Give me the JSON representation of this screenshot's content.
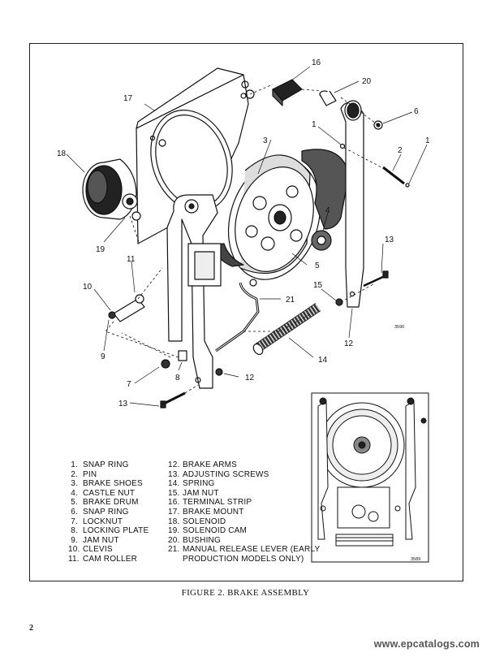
{
  "figure": {
    "caption": "FIGURE 2. BRAKE ASSEMBLY",
    "image_ref_main": "3590",
    "image_ref_inset": "3589"
  },
  "callouts": {
    "c1a": "1",
    "c1b": "1",
    "c2": "2",
    "c3": "3",
    "c4": "4",
    "c5": "5",
    "c6": "6",
    "c7": "7",
    "c8": "8",
    "c9": "9",
    "c10": "10",
    "c11": "11",
    "c12a": "12",
    "c12b": "12",
    "c13a": "13",
    "c13b": "13",
    "c14": "14",
    "c15": "15",
    "c16": "16",
    "c17": "17",
    "c18": "18",
    "c19": "19",
    "c20": "20",
    "c21": "21"
  },
  "legend_left": [
    {
      "num": "1.",
      "label": "SNAP RING"
    },
    {
      "num": "2.",
      "label": "PIN"
    },
    {
      "num": "3.",
      "label": "BRAKE SHOES"
    },
    {
      "num": "4.",
      "label": "CASTLE NUT"
    },
    {
      "num": "5.",
      "label": "BRAKE DRUM"
    },
    {
      "num": "6.",
      "label": "SNAP RING"
    },
    {
      "num": "7.",
      "label": "LOCKNUT"
    },
    {
      "num": "8.",
      "label": "LOCKING PLATE"
    },
    {
      "num": "9.",
      "label": "JAM NUT"
    },
    {
      "num": "10.",
      "label": "CLEVIS"
    },
    {
      "num": "11.",
      "label": "CAM ROLLER"
    }
  ],
  "legend_right": [
    {
      "num": "12.",
      "label": "BRAKE ARMS"
    },
    {
      "num": "13.",
      "label": "ADJUSTING SCREWS"
    },
    {
      "num": "14.",
      "label": "SPRING"
    },
    {
      "num": "15.",
      "label": "JAM NUT"
    },
    {
      "num": "16.",
      "label": "TERMINAL STRIP"
    },
    {
      "num": "17.",
      "label": "BRAKE MOUNT"
    },
    {
      "num": "18.",
      "label": "SOLENOID"
    },
    {
      "num": "19.",
      "label": "SOLENOID CAM"
    },
    {
      "num": "20.",
      "label": "BUSHING"
    },
    {
      "num": "21.",
      "label": "MANUAL RELEASE LEVER (EARLY"
    },
    {
      "num": "",
      "label": "PRODUCTION MODELS ONLY)"
    }
  ],
  "page_number": "2",
  "watermark": "www.epcatalogs.com"
}
